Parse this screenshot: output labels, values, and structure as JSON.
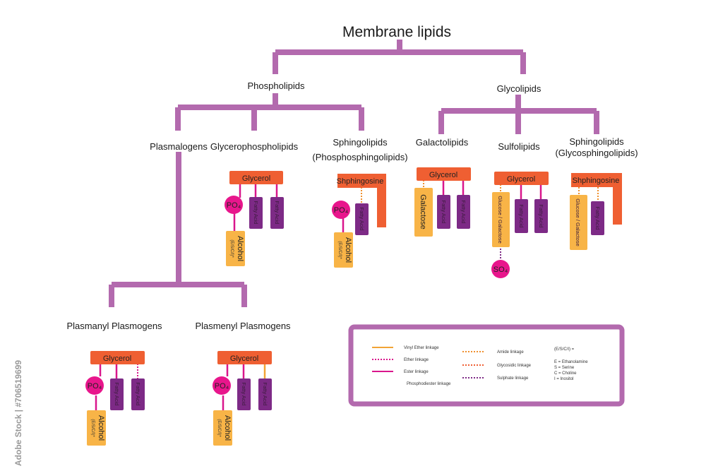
{
  "title": "Membrane lipids",
  "categories": {
    "phospholipids": "Phospholipids",
    "glycolipids": "Glycolipids",
    "plasmalogens": "Plasmalogens",
    "glycerophospholipids": "Glycerophospholipids",
    "sphingo_phospho_1": "Sphingolipids",
    "sphingo_phospho_2": "(Phosphosphingolipids)",
    "galactolipids": "Galactolipids",
    "sulfolipids": "Sulfolipids",
    "sphingo_glyco_1": "Sphingolipids",
    "sphingo_glyco_2": "(Glycosphingolipids)",
    "plasmanyl": "Plasmanyl Plasmogens",
    "plasmenyl": "Plasmenyl Plasmogens"
  },
  "components": {
    "glycerol": "Glycerol",
    "sphingosine": "Shphingosine",
    "fatty_acid": "Fatty Acid",
    "alcohol": "Alcohol",
    "alcohol_sub": "(E/S/C/I)*",
    "po4": "PO₄",
    "so4": "SO₄",
    "galactose": "Galactose",
    "glucose_galactose": "Glucose / Galactose"
  },
  "legend": {
    "vinyl_ether": "Vinyl Ether linkage",
    "ether": "Ether linkage",
    "ester": "Ester linkage",
    "phosphodiester": "Phosphodiester linkage",
    "amide": "Amide linkage",
    "glycosidic": "Glycosidic linkage",
    "sulphate": "Sulphate linkage",
    "key_title": "(E/S/C/I) =",
    "key_e": "E = Ethanolamine",
    "key_s": "S = Serine",
    "key_c": "C = Choline",
    "key_i": "I = Inositol"
  },
  "watermark": {
    "side_text": "Adobe Stock | #706519699"
  },
  "colors": {
    "tree": "#b36aae",
    "glycerol": "#ef5f32",
    "fatty_acid": "#7d2a86",
    "po4": "#e8168c",
    "alcohol": "#f8b447",
    "ester": "#d9168c",
    "vinyl": "#f2a436",
    "amide": "#f0902e"
  }
}
